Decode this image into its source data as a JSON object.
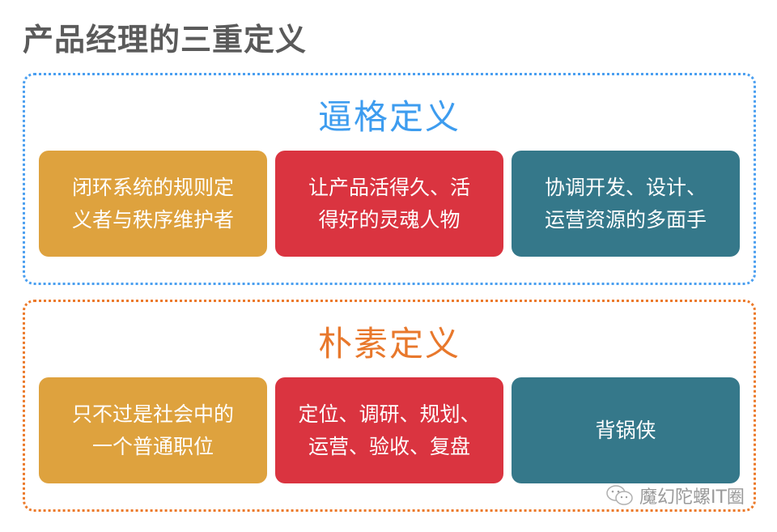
{
  "page": {
    "title": "产品经理的三重定义"
  },
  "sections": [
    {
      "title": "逼格定义",
      "border_color": "#4a9ff0",
      "title_color": "#3d9cef",
      "cards": [
        {
          "lines": [
            "闭环系统的规则定",
            "义者与秩序维护者"
          ],
          "color": "#dea23e"
        },
        {
          "lines": [
            "让产品活得久、活",
            "得好的灵魂人物"
          ],
          "color": "#da3440"
        },
        {
          "lines": [
            "协调开发、设计、",
            "运营资源的多面手"
          ],
          "color": "#35788a"
        }
      ]
    },
    {
      "title": "朴素定义",
      "border_color": "#ec7a2a",
      "title_color": "#e8782c",
      "cards": [
        {
          "lines": [
            "只不过是社会中的",
            "一个普通职位"
          ],
          "color": "#dea23e"
        },
        {
          "lines": [
            "定位、调研、规划、",
            "运营、验收、复盘"
          ],
          "color": "#da3440"
        },
        {
          "lines": [
            "背锅侠"
          ],
          "color": "#35788a"
        }
      ]
    }
  ],
  "watermark": {
    "icon": "wechat-icon",
    "text": "魔幻陀螺IT圈"
  }
}
